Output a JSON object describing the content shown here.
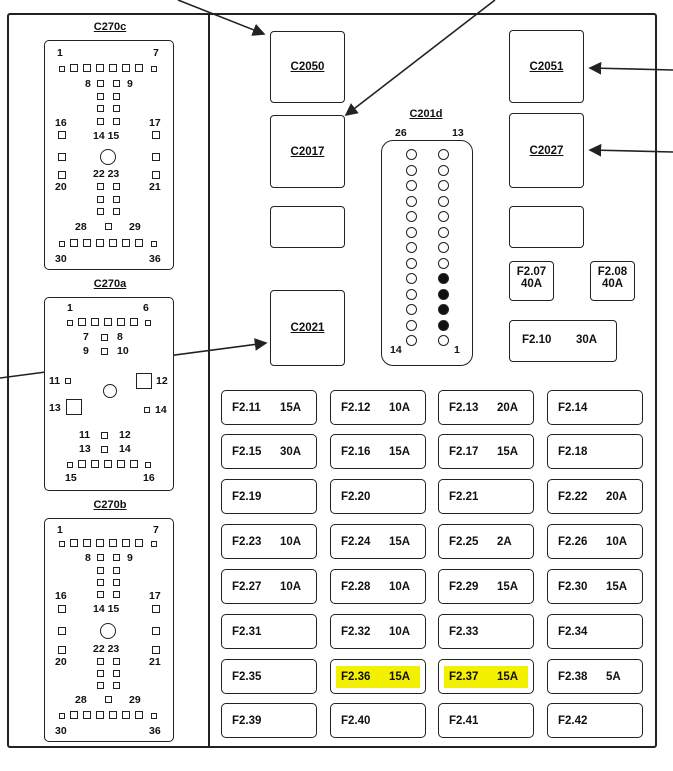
{
  "connectors": {
    "c270c": {
      "title": "C270c",
      "pin_1": "1",
      "pin_7": "7",
      "pin_8": "8",
      "pin_9": "9",
      "pin_16": "16",
      "pin_17": "17",
      "pin_14_15": "14 15",
      "pin_20": "20",
      "pin_21": "21",
      "pin_22_23": "22 23",
      "pin_28": "28",
      "pin_29": "29",
      "pin_30": "30",
      "pin_36": "36"
    },
    "c270a": {
      "title": "C270a",
      "pin_1": "1",
      "pin_6": "6",
      "pin_7": "7",
      "pin_8": "8",
      "pin_9": "9",
      "pin_10": "10",
      "pin_11": "11",
      "pin_12": "12",
      "pin_13": "13",
      "pin_14": "14",
      "pin_11b": "11",
      "pin_12b": "12",
      "pin_13b": "13",
      "pin_14b": "14",
      "pin_15": "15",
      "pin_16": "16"
    },
    "c270b": {
      "title": "C270b",
      "pin_1": "1",
      "pin_7": "7",
      "pin_8": "8",
      "pin_9": "9",
      "pin_16": "16",
      "pin_17": "17",
      "pin_14_15": "14 15",
      "pin_20": "20",
      "pin_21": "21",
      "pin_22_23": "22 23",
      "pin_28": "28",
      "pin_29": "29",
      "pin_30": "30",
      "pin_36": "36"
    },
    "c201d": {
      "title": "C201d",
      "pin_26": "26",
      "pin_13": "13",
      "pin_14": "14",
      "pin_1": "1",
      "filled_pins_right_col": [
        8,
        9,
        10,
        11
      ]
    }
  },
  "relays": {
    "c2050": "C2050",
    "c2017": "C2017",
    "c2021": "C2021",
    "c2051": "C2051",
    "c2027": "C2027"
  },
  "small_fuses": [
    {
      "id": "F2.07",
      "amp": "40A"
    },
    {
      "id": "F2.08",
      "amp": "40A"
    },
    {
      "id": "F2.10",
      "amp": "30A"
    }
  ],
  "fuses": [
    [
      {
        "id": "F2.11",
        "amp": "15A"
      },
      {
        "id": "F2.12",
        "amp": "10A"
      },
      {
        "id": "F2.13",
        "amp": "20A"
      },
      {
        "id": "F2.14",
        "amp": ""
      }
    ],
    [
      {
        "id": "F2.15",
        "amp": "30A"
      },
      {
        "id": "F2.16",
        "amp": "15A"
      },
      {
        "id": "F2.17",
        "amp": "15A"
      },
      {
        "id": "F2.18",
        "amp": ""
      }
    ],
    [
      {
        "id": "F2.19",
        "amp": ""
      },
      {
        "id": "F2.20",
        "amp": ""
      },
      {
        "id": "F2.21",
        "amp": ""
      },
      {
        "id": "F2.22",
        "amp": "20A"
      }
    ],
    [
      {
        "id": "F2.23",
        "amp": "10A"
      },
      {
        "id": "F2.24",
        "amp": "15A"
      },
      {
        "id": "F2.25",
        "amp": "2A"
      },
      {
        "id": "F2.26",
        "amp": "10A"
      }
    ],
    [
      {
        "id": "F2.27",
        "amp": "10A"
      },
      {
        "id": "F2.28",
        "amp": "10A"
      },
      {
        "id": "F2.29",
        "amp": "15A"
      },
      {
        "id": "F2.30",
        "amp": "15A"
      }
    ],
    [
      {
        "id": "F2.31",
        "amp": ""
      },
      {
        "id": "F2.32",
        "amp": "10A"
      },
      {
        "id": "F2.33",
        "amp": ""
      },
      {
        "id": "F2.34",
        "amp": ""
      }
    ],
    [
      {
        "id": "F2.35",
        "amp": ""
      },
      {
        "id": "F2.36",
        "amp": "15A",
        "highlight": true
      },
      {
        "id": "F2.37",
        "amp": "15A",
        "highlight": true
      },
      {
        "id": "F2.38",
        "amp": "5A"
      }
    ],
    [
      {
        "id": "F2.39",
        "amp": ""
      },
      {
        "id": "F2.40",
        "amp": ""
      },
      {
        "id": "F2.41",
        "amp": ""
      },
      {
        "id": "F2.42",
        "amp": ""
      }
    ]
  ],
  "colors": {
    "highlight": "#f3f000",
    "line": "#222222"
  }
}
